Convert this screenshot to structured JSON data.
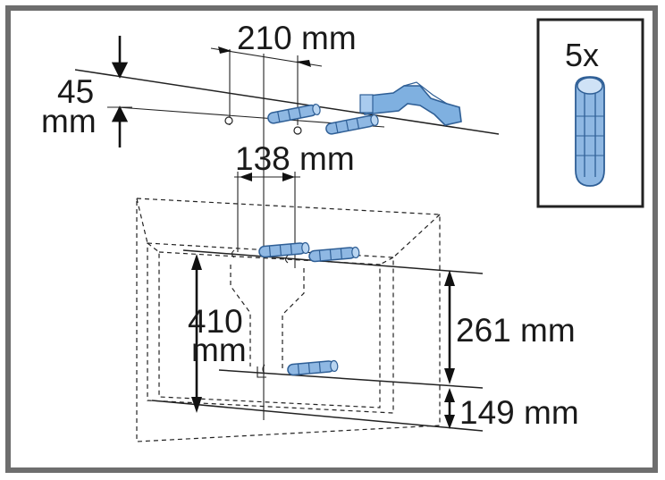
{
  "dimensions": {
    "top_spacing": "210 mm",
    "left_height_value": "45",
    "left_height_unit": "mm",
    "mid_spacing": "138 mm",
    "cabinet_height_value": "410",
    "cabinet_height_unit": "mm",
    "upper_gap": "261 mm",
    "lower_gap": "149 mm"
  },
  "badge": {
    "count": "5x",
    "item_icon": "wall-plug-icon"
  },
  "colors": {
    "frame": "#6e6e6e",
    "plug_fill": "#8fb8e3",
    "plug_stroke": "#2f5f96",
    "bracket_fill": "#7fb0e0"
  }
}
